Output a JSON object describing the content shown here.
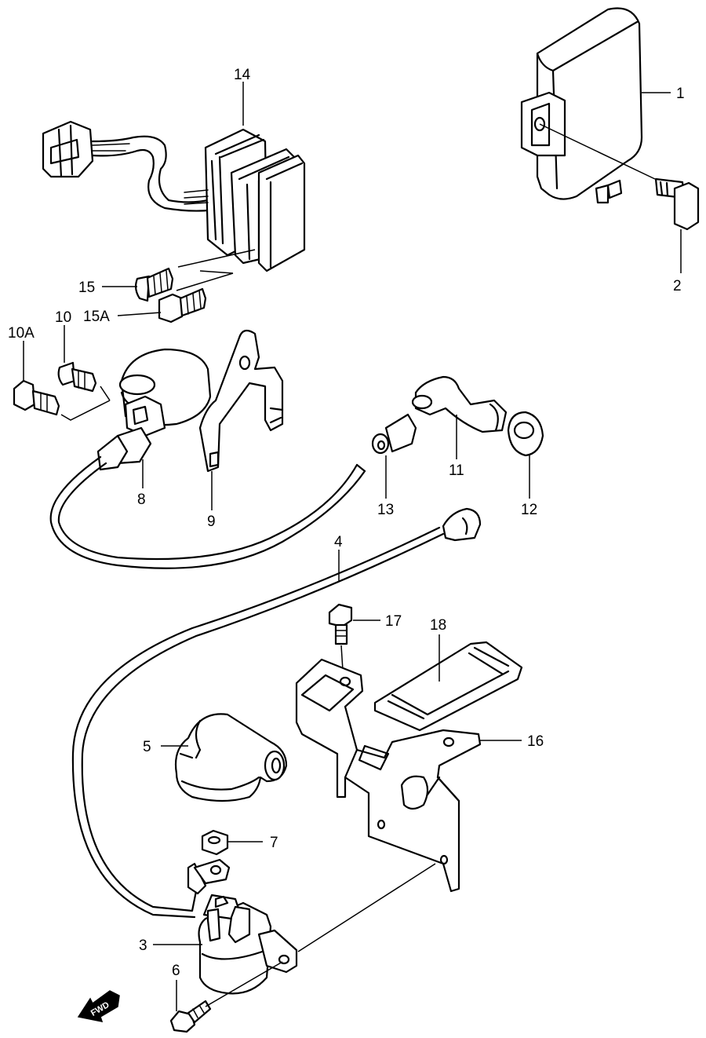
{
  "callouts": {
    "c1": "1",
    "c2": "2",
    "c3": "3",
    "c4": "4",
    "c5": "5",
    "c6": "6",
    "c7": "7",
    "c8": "8",
    "c9": "9",
    "c10": "10",
    "c10a": "10A",
    "c11": "11",
    "c12": "12",
    "c13": "13",
    "c14": "14",
    "c15": "15",
    "c15a": "15A",
    "c16": "16",
    "c17": "17",
    "c18": "18"
  },
  "direction_badge": {
    "label": "FWD"
  },
  "colors": {
    "line": "#000000",
    "background": "#ffffff"
  }
}
